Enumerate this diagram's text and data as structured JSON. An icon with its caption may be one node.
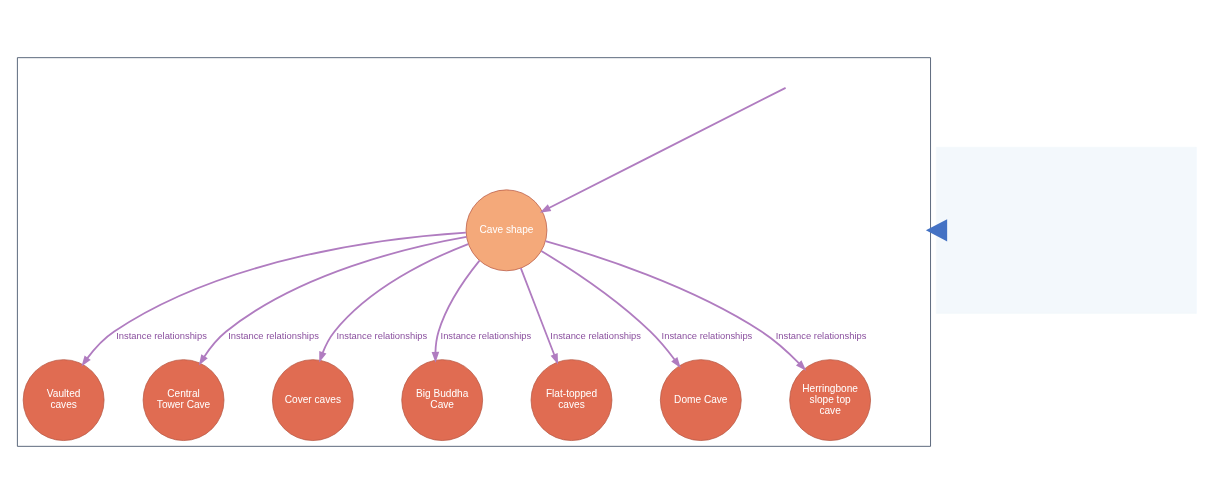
{
  "diagram": {
    "nodes": [
      {
        "text": [],
        "shape": "box"
      },
      {
        "text": [],
        "shape": "box"
      },
      {
        "text": [
          "Cave shape"
        ],
        "in": 1
      },
      {
        "text": [
          "Vaulted caves"
        ],
        "in": 1
      },
      {
        "text": [
          "Central Tower Cave"
        ],
        "in": 1
      },
      {
        "text": [
          "Cover caves"
        ],
        "in": 1
      },
      {
        "text": [
          "Big Buddha Cave"
        ],
        "in": 1
      },
      {
        "text": [
          "Flat-topped caves"
        ],
        "in": 1
      },
      {
        "text": [
          "Dome Cave"
        ],
        "in": 1
      },
      {
        "text": [
          "Herringbone slope top cave"
        ],
        "in": 1
      }
    ],
    "edges": [
      {
        "from": 0,
        "to": 1,
        "arrow": "to",
        "style": "thick",
        "color": "#4472c4"
      },
      {
        "from": null,
        "to": 2,
        "arrow": "to"
      },
      {
        "from": 2,
        "to": 3,
        "arrow": "to",
        "label": "Instance relationships"
      },
      {
        "from": 2,
        "to": 4,
        "arrow": "to",
        "label": "Instance relationships"
      },
      {
        "from": 2,
        "to": 5,
        "arrow": "to",
        "label": "Instance relationships"
      },
      {
        "from": 2,
        "to": 6,
        "arrow": "to",
        "label": "Instance relationships"
      },
      {
        "from": 2,
        "to": 7,
        "arrow": "to",
        "label": "Instance relationships"
      },
      {
        "from": 2,
        "to": 8,
        "arrow": "to",
        "label": "Instance relationships"
      },
      {
        "from": 2,
        "to": 9,
        "arrow": "to",
        "label": "Instance relationships"
      }
    ]
  }
}
